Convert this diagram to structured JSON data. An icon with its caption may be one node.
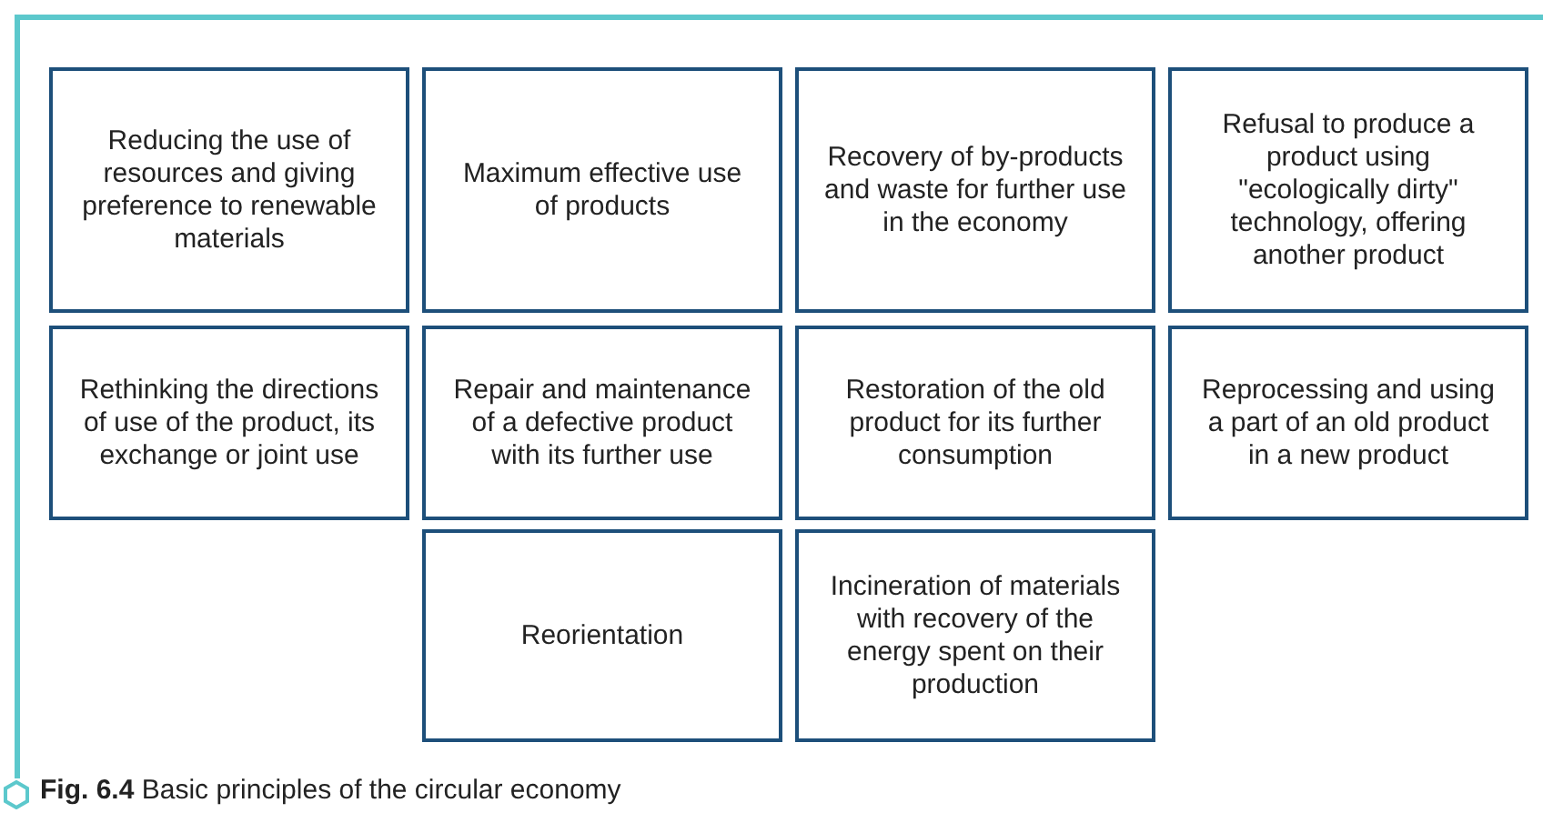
{
  "diagram": {
    "caption": "**Fig. 6.4** Basic principles of the circular economy",
    "nodes": [
      {
        "text": [
          "Reducing the use of resources and giving preference to renewable materials"
        ]
      },
      {
        "text": [
          "Maximum effective use of products"
        ]
      },
      {
        "text": [
          "Recovery of by-products and waste for further use in the economy"
        ]
      },
      {
        "text": [
          "Refusal to produce a product using \"ecologically dirty\" technology, offering another product"
        ]
      },
      {
        "text": [
          "Rethinking the directions of use of the product, its exchange or joint use"
        ]
      },
      {
        "text": [
          "Repair and maintenance of a defective product with its further use"
        ]
      },
      {
        "text": [
          "Restoration of the old product for its further consumption"
        ]
      },
      {
        "text": [
          "Reprocessing and using a part of an old product in a new product"
        ]
      },
      {
        "text": [
          "Reorientation"
        ]
      },
      {
        "text": [
          "Incineration of materials with recovery of the energy spent on their production"
        ]
      }
    ]
  }
}
